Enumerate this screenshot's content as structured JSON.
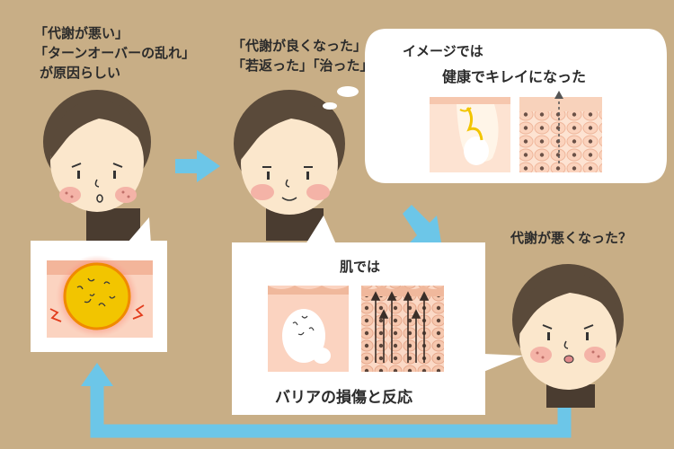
{
  "caption_left": {
    "line1": "「代謝が悪い」",
    "line2": "「ターンオーバーの乱れ」",
    "line3": "が原因らしい"
  },
  "caption_middle": {
    "line1": "「代謝が良くなった」",
    "line2": "「若返った」「治った」"
  },
  "thought_bubble": {
    "line1": "イメージでは",
    "line2": "健康でキレイになった"
  },
  "caption_right": "代謝が悪くなった？",
  "skin_panel": {
    "title": "肌では",
    "footer": "バリアの損傷と反応"
  },
  "colors": {
    "background": "#c8ae86",
    "arrow": "#6cc6e8",
    "hair": "#5a4a3a",
    "skin_face": "#fbe7cc",
    "cheek": "#f4b3a7",
    "inflammation": "#f2c500"
  }
}
